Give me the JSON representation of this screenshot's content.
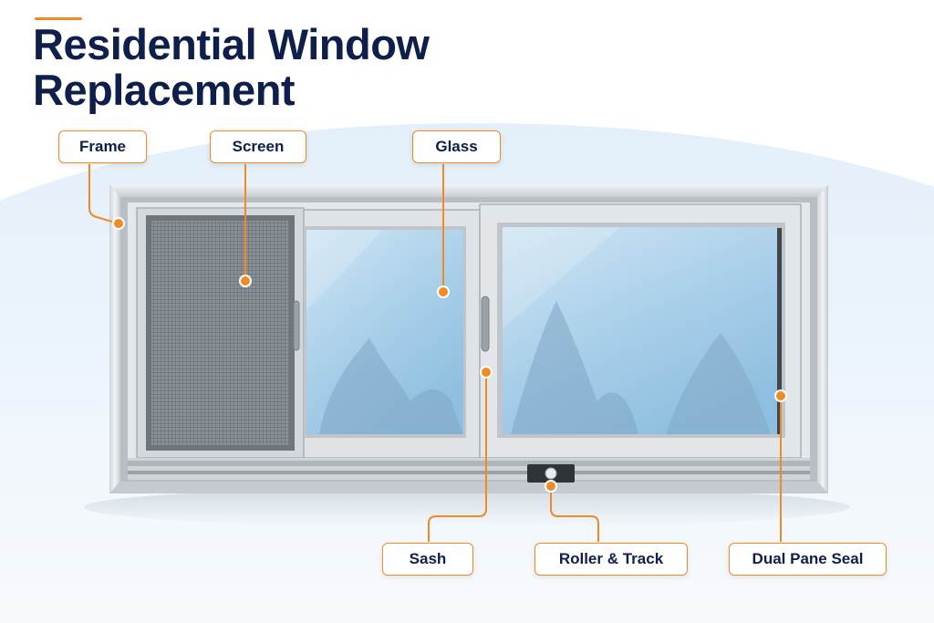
{
  "title": {
    "line1": "Residential Window",
    "line2": "Replacement"
  },
  "callouts": {
    "frame": "Frame",
    "screen": "Screen",
    "glass": "Glass",
    "sash": "Sash",
    "roller_track": "Roller & Track",
    "dual_pane_seal": "Dual Pane Seal"
  },
  "colors": {
    "accent": "#f08a24",
    "title": "#0f1f4b",
    "frame": "#d9dde1",
    "glass": "#a9cfe9",
    "screen": "#7d848a",
    "background_wash": "#e6f1fb"
  }
}
